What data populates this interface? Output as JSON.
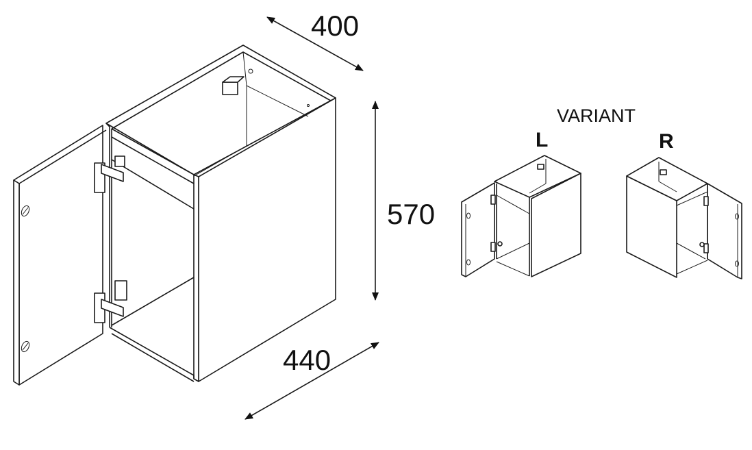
{
  "dimensions": {
    "depth": "400",
    "height": "570",
    "width": "440"
  },
  "variant": {
    "title": "VARIANT",
    "left_label": "L",
    "right_label": "R"
  },
  "colors": {
    "line": "#1a1a1a",
    "background": "#ffffff"
  }
}
